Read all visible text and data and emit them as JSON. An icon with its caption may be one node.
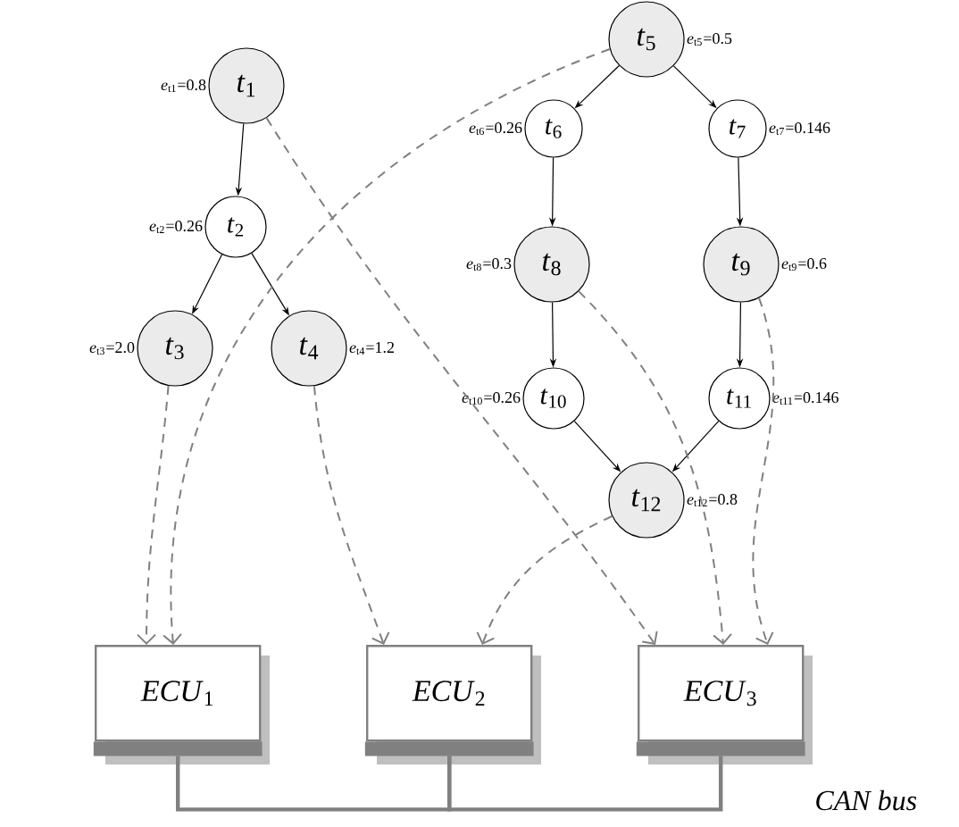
{
  "diagram": {
    "nodes": [
      {
        "text": [
          "*t*$_{1}$"
        ],
        "beside": [
          "*e*$_{t1}$=0.8"
        ]
      },
      {
        "text": [
          "*t*$_{2}$"
        ],
        "beside": [
          "*e*$_{t2}$=0.26"
        ]
      },
      {
        "text": [
          "*t*$_{3}$"
        ],
        "beside": [
          "*e*$_{t3}$=2.0"
        ]
      },
      {
        "text": [
          "*t*$_{4}$"
        ],
        "beside": [
          "*e*$_{t4}$=1.2"
        ]
      },
      {
        "text": [
          "*t*$_{5}$"
        ],
        "beside": [
          "*e*$_{t5}$=0.5"
        ]
      },
      {
        "text": [
          "*t*$_{6}$"
        ],
        "beside": [
          "*e*$_{t6}$=0.26"
        ]
      },
      {
        "text": [
          "*t*$_{7}$"
        ],
        "beside": [
          "*e*$_{t7}$=0.146"
        ]
      },
      {
        "text": [
          "*t*$_{8}$"
        ],
        "beside": [
          "*e*$_{t8}$=0.3"
        ]
      },
      {
        "text": [
          "*t*$_{9}$"
        ],
        "beside": [
          "*e*$_{t9}$=0.6"
        ]
      },
      {
        "text": [
          "*t*$_{10}$"
        ],
        "beside": [
          "*e*$_{t10}$=0.26"
        ]
      },
      {
        "text": [
          "*t*$_{11}$"
        ],
        "beside": [
          "*e*$_{t11}$=0.146"
        ]
      },
      {
        "text": [
          "*t*$_{12}$"
        ],
        "beside": [
          "*e*$_{t12}$=0.8"
        ]
      },
      {
        "text": [
          "*ECU*$_{1}$"
        ]
      },
      {
        "text": [
          "*ECU*$_{2}$"
        ]
      },
      {
        "text": [
          "*ECU*$_{3}$"
        ]
      }
    ],
    "edges": [
      {
        "from": 0,
        "to": 1,
        "arrow": "to"
      },
      {
        "from": 1,
        "to": 2,
        "arrow": "to"
      },
      {
        "from": 1,
        "to": 3,
        "arrow": "to"
      },
      {
        "from": 4,
        "to": 5,
        "arrow": "to"
      },
      {
        "from": 4,
        "to": 6,
        "arrow": "to"
      },
      {
        "from": 5,
        "to": 7,
        "arrow": "to"
      },
      {
        "from": 6,
        "to": 8,
        "arrow": "to"
      },
      {
        "from": 7,
        "to": 9,
        "arrow": "to"
      },
      {
        "from": 8,
        "to": 10,
        "arrow": "to"
      },
      {
        "from": 9,
        "to": 11,
        "arrow": "to"
      },
      {
        "from": 10,
        "to": 11,
        "arrow": "to"
      },
      {
        "from": 2,
        "to": 12,
        "arrow": "to",
        "style": "dashed",
        "color": "#808080"
      },
      {
        "from": 4,
        "to": 12,
        "arrow": "to",
        "style": "dashed",
        "color": "#808080"
      },
      {
        "from": 3,
        "to": 13,
        "arrow": "to",
        "style": "dashed",
        "color": "#808080"
      },
      {
        "from": 11,
        "to": 13,
        "arrow": "to",
        "style": "dashed",
        "color": "#808080"
      },
      {
        "from": 0,
        "to": 14,
        "arrow": "to",
        "style": "dashed",
        "color": "#808080"
      },
      {
        "from": 7,
        "to": 14,
        "arrow": "to",
        "style": "dashed",
        "color": "#808080"
      },
      {
        "from": 8,
        "to": 14,
        "arrow": "to",
        "style": "dashed",
        "color": "#808080"
      },
      {
        "from": 12,
        "to": 13,
        "arrow": "none",
        "style": "thick",
        "color": "#808080"
      },
      {
        "from": 13,
        "to": 14,
        "arrow": "none",
        "style": "thick",
        "color": "#808080"
      }
    ],
    "labels": [
      "*CAN bus*"
    ]
  }
}
